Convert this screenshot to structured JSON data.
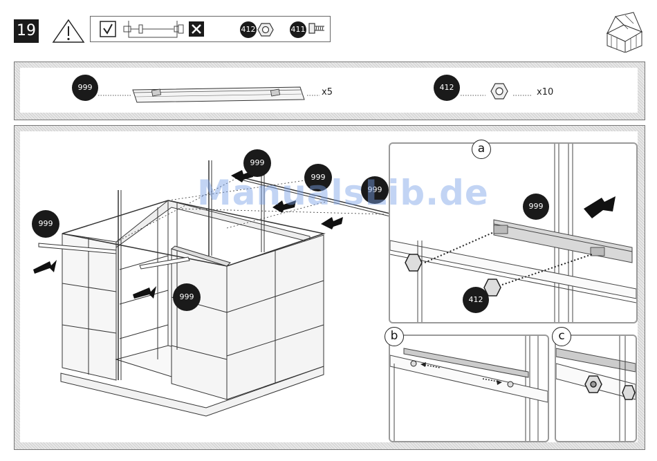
{
  "step": {
    "number": "19"
  },
  "header_icons": [
    "warning-triangle-icon",
    "check-box-icon",
    "cross-box-icon",
    "house-icon"
  ],
  "header_parts": [
    {
      "id": "412",
      "icon": "nut-icon"
    },
    {
      "id": "411",
      "icon": "bolt-icon"
    }
  ],
  "parts_panel": {
    "items": [
      {
        "id": "999",
        "qty": "x5",
        "icon": "rail-icon"
      },
      {
        "id": "412",
        "qty": "x10",
        "icon": "nut-icon"
      }
    ]
  },
  "main": {
    "callouts": [
      "999",
      "999",
      "999",
      "999",
      "999"
    ],
    "detail_a": {
      "label": "a",
      "callouts": [
        "999",
        "412"
      ]
    },
    "detail_b": {
      "label": "b"
    },
    "detail_c": {
      "label": "c"
    }
  },
  "watermark": "ManualsLib.de"
}
